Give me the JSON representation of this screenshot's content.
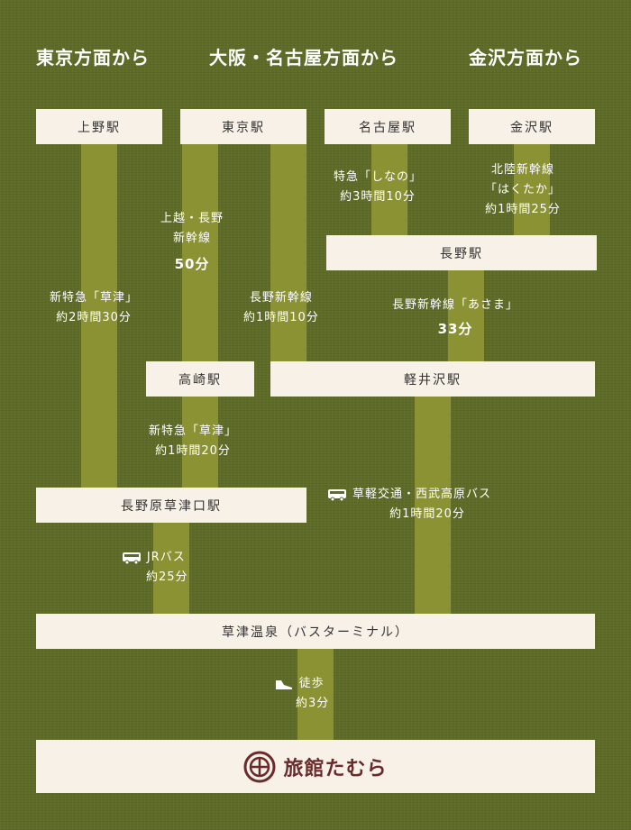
{
  "headers": [
    "東京方面から",
    "大阪・名古屋方面から",
    "金沢方面から"
  ],
  "stations": {
    "ueno": "上野駅",
    "tokyo": "東京駅",
    "nagoya": "名古屋駅",
    "kanazawa": "金沢駅",
    "nagano": "長野駅",
    "takasaki": "高崎駅",
    "karuizawa": "軽井沢駅",
    "naganohara": "長野原草津口駅",
    "kusatsu": "草津温泉（バスターミナル）"
  },
  "routes": {
    "shinano": {
      "name": "特急「しなの」",
      "time": "約3時間10分"
    },
    "hakutaka": {
      "name1": "北陸新幹線",
      "name2": "「はくたか」",
      "time": "約1時間25分"
    },
    "joetsu": {
      "name1": "上越・長野",
      "name2": "新幹線",
      "time": "50分"
    },
    "kusatsu_ltd": {
      "name": "新特急「草津」",
      "time": "約2時間30分"
    },
    "nagano_shinkansen": {
      "name": "長野新幹線",
      "time": "約1時間10分"
    },
    "asama": {
      "name": "長野新幹線「あさま」",
      "time": "33分"
    },
    "kusatsu_ltd2": {
      "name": "新特急「草津」",
      "time": "約1時間20分"
    },
    "seibu_bus": {
      "name": "草軽交通・西武高原バス",
      "time": "約1時間20分"
    },
    "jr_bus": {
      "name": "JRバス",
      "time": "約25分"
    },
    "walk": {
      "name": "徒歩",
      "time": "約3分"
    }
  },
  "logo": {
    "text": "旅館たむら"
  }
}
